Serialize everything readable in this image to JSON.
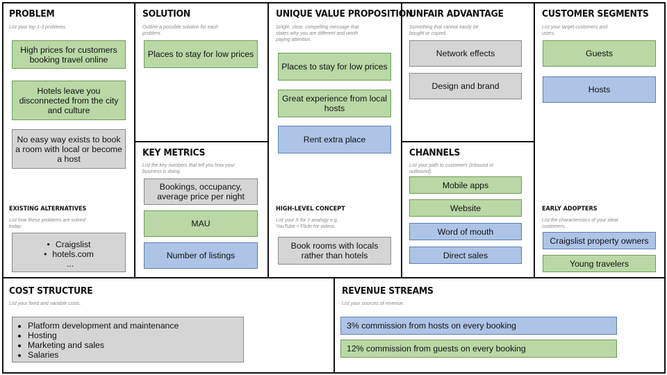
{
  "problem": {
    "title": "PROBLEM",
    "hint": "List your top 1-3 problems.",
    "notes": [
      "High prices for customers booking travel online",
      "Hotels leave you disconnected from the city and culture",
      "No easy way exists to book a room with local or become a host"
    ],
    "alt_title": "EXISTING ALTERNATIVES",
    "alt_hint": "List how these problems are solved today.",
    "alternatives": [
      "Craigslist",
      "hotels.com",
      "..."
    ]
  },
  "solution": {
    "title": "SOLUTION",
    "hint": "Outline a possible solution for each problem.",
    "notes": [
      "Places to stay for low prices"
    ]
  },
  "key_metrics": {
    "title": "KEY METRICS",
    "hint": "List the key numbers that tell you how your business is doing.",
    "notes": [
      "Bookings, occupancy, average price per night",
      "MAU",
      "Number of listings"
    ]
  },
  "uvp": {
    "title": "UNIQUE VALUE PROPOSITION",
    "hint": "Single, clear, compelling message that states why you are different and worth paying attention.",
    "notes": [
      "Places to stay for low prices",
      "Great experience from local hosts",
      "Rent extra place"
    ],
    "concept_title": "HIGH-LEVEL CONCEPT",
    "concept_hint": "List your X for Y analogy e.g. YouTube = Flickr for videos.",
    "concept": "Book rooms with locals rather than hotels"
  },
  "unfair_advantage": {
    "title": "UNFAIR ADVANTAGE",
    "hint": "Something that cannot easily be bought or copied.",
    "notes": [
      "Network effects",
      "Design and brand"
    ]
  },
  "channels": {
    "title": "CHANNELS",
    "hint": "List your path to customers (inbound or outbound).",
    "notes": [
      "Mobile apps",
      "Website",
      "Word of mouth",
      "Direct sales"
    ]
  },
  "customer_segments": {
    "title": "CUSTOMER SEGMENTS",
    "hint": "List your target customers and users.",
    "notes": [
      "Guests",
      "Hosts"
    ],
    "early_title": "EARLY ADOPTERS",
    "early_hint": "List the characteristics of your ideal customers.",
    "early": [
      "Craigslist property owners",
      "Young travelers"
    ]
  },
  "cost_structure": {
    "title": "COST STRUCTURE",
    "hint": "List your fixed and variable costs.",
    "items": [
      "Platform development and maintenance",
      "Hosting",
      "Marketing and sales",
      "Salaries"
    ]
  },
  "revenue_streams": {
    "title": "REVENUE STREAMS",
    "hint": "List your sources of revenue.",
    "notes": [
      "3% commission from hosts on every booking",
      "12% commission from guests on every booking"
    ]
  },
  "colors": {
    "green": "#b9d8a6",
    "blue": "#adc4e6",
    "gray": "#d5d5d5",
    "border": "#111111"
  }
}
